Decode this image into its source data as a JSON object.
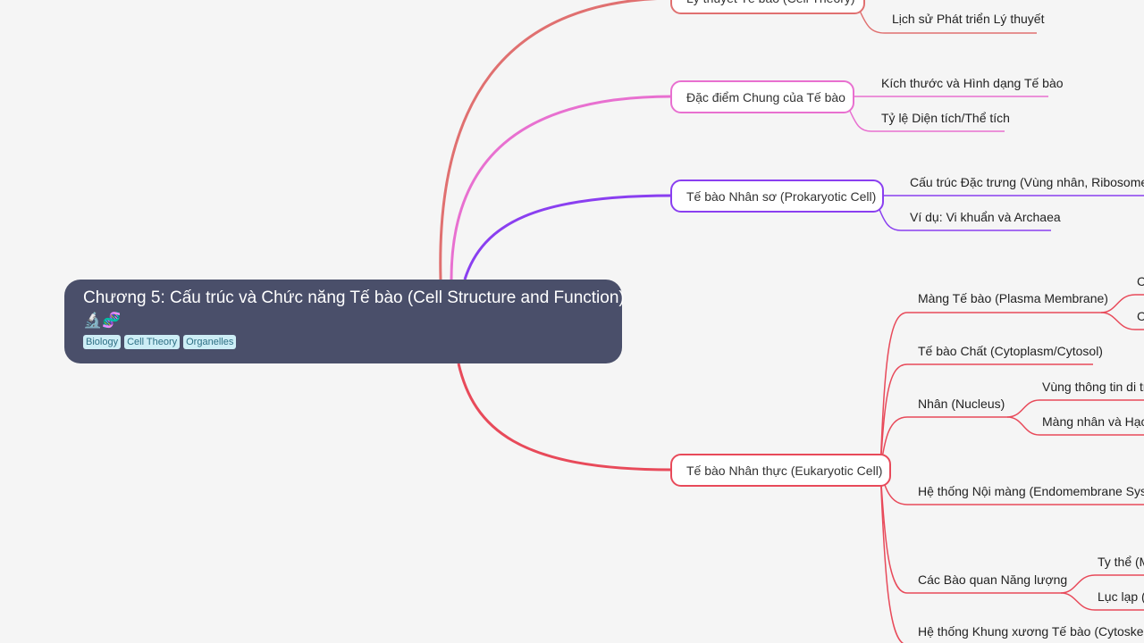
{
  "root": {
    "title": "Chương 5: Cấu trúc và Chức năng Tế bào (Cell Structure and Function)",
    "emoji": "🔬🧬",
    "tags": [
      "Biology",
      "Cell Theory",
      "Organelles"
    ]
  },
  "colors": {
    "theory": "#e07070",
    "general": "#e870d0",
    "prokaryotic": "#8a3ff0",
    "eukaryotic": "#e84a5a",
    "root_bg": "#4a4f6a"
  },
  "branches": {
    "theory": {
      "label": "Lý thuyết Tế bào (Cell Theory)",
      "children": [
        "Lịch sử Phát triển Lý thuyết"
      ]
    },
    "general": {
      "label": "Đặc điểm Chung của Tế bào",
      "children": [
        "Kích thước và Hình dạng Tế bào",
        "Tỷ lệ Diện tích/Thể tích"
      ]
    },
    "prokaryotic": {
      "label": "Tế bào Nhân sơ (Prokaryotic Cell)",
      "children": [
        "Cấu trúc Đặc trưng (Vùng nhân, Ribosome, V",
        "Ví dụ: Vi khuẩn và Archaea"
      ]
    },
    "eukaryotic": {
      "label": "Tế bào Nhân thực (Eukaryotic Cell)",
      "children": [
        {
          "label": "Màng Tế bào (Plasma Membrane)",
          "children": [
            "C",
            "C"
          ]
        },
        {
          "label": "Tế bào Chất (Cytoplasm/Cytosol)"
        },
        {
          "label": "Nhân (Nucleus)",
          "children": [
            "Vùng thông tin di tr",
            "Màng nhân và Hạch"
          ]
        },
        {
          "label": "Hệ thống Nội màng (Endomembrane Syste"
        },
        {
          "label": "Các Bào quan Năng lượng",
          "children": [
            "Ty thể (M",
            "Lục lạp (("
          ]
        },
        {
          "label": "Hệ thống Khung xương Tế bào (Cytoskeleto"
        }
      ]
    }
  }
}
